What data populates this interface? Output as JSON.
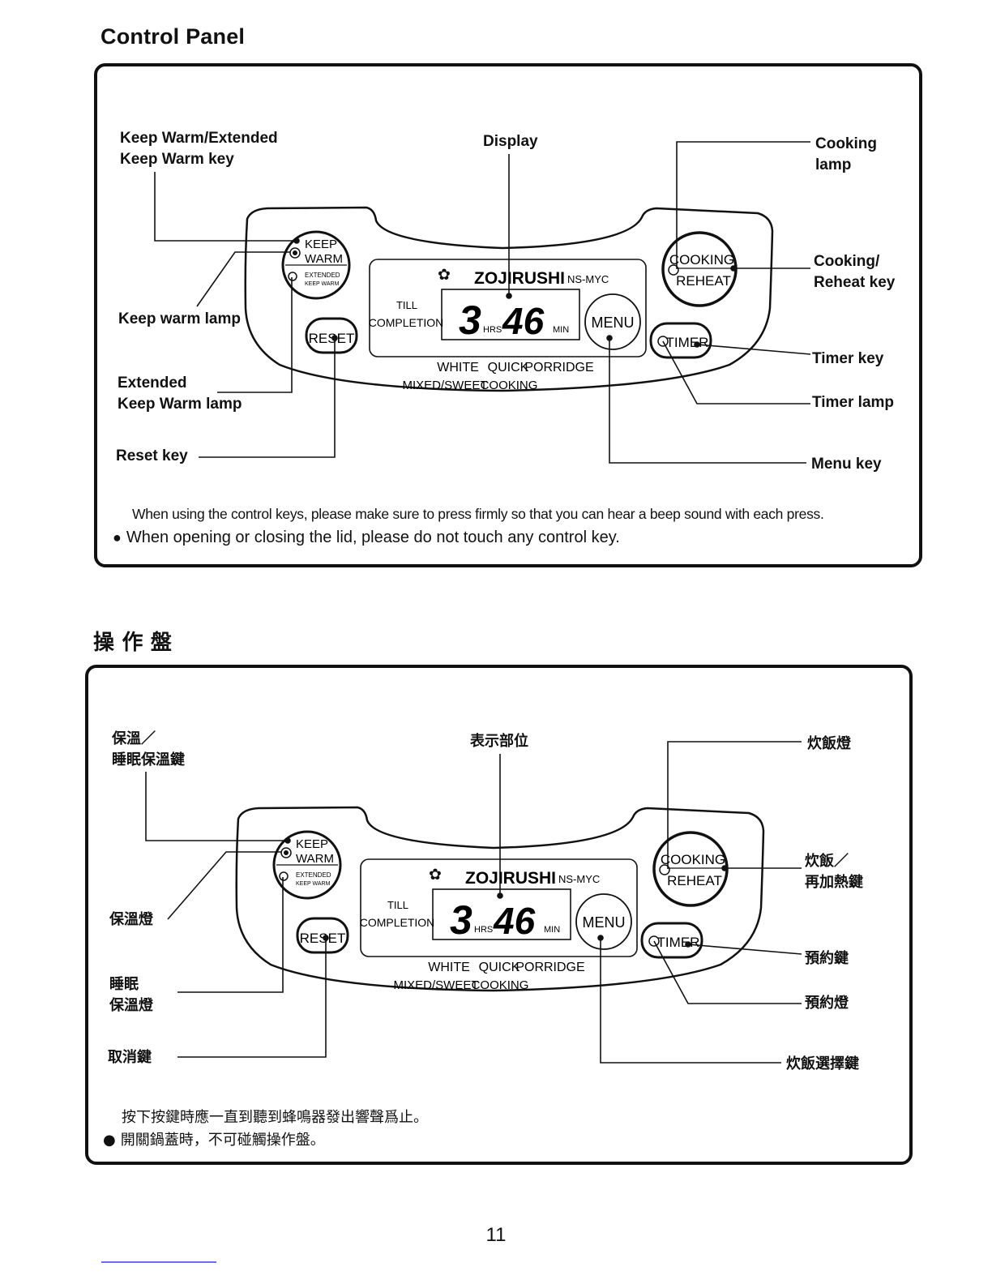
{
  "en": {
    "title": "Control Panel",
    "labels": {
      "keep_warm_key": [
        "Keep Warm/Extended",
        "Keep Warm key"
      ],
      "display": "Display",
      "cooking_lamp": [
        "Cooking",
        "lamp"
      ],
      "cooking_reheat_key": [
        "Cooking/",
        "Reheat key"
      ],
      "keep_warm_lamp": "Keep warm lamp",
      "timer_key": "Timer key",
      "extended_lamp": [
        "Extended",
        "Keep Warm lamp"
      ],
      "timer_lamp": "Timer lamp",
      "reset_key": "Reset key",
      "menu_key": "Menu key"
    },
    "note1": "When using the control keys, please make sure to press firmly so that you can hear a beep sound with each press.",
    "note2": "When opening or closing the lid, please do not touch any control key."
  },
  "zh": {
    "title": "操 作 盤",
    "labels": {
      "keep_warm_key": [
        "保溫／",
        "睡眠保溫鍵"
      ],
      "display": "表示部位",
      "cooking_lamp": "炊飯燈",
      "cooking_reheat_key": [
        "炊飯／",
        "再加熱鍵"
      ],
      "keep_warm_lamp": "保溫燈",
      "timer_key": "預約鍵",
      "extended_lamp": [
        "睡眠",
        "保溫燈"
      ],
      "timer_lamp": "預約燈",
      "reset_key": "取消鍵",
      "menu_key": "炊飯選擇鍵"
    },
    "note1": "按下按鍵時應一直到聽到蜂鳴器發出響聲爲止。",
    "note2": "開關鍋蓋時，不可碰觸操作盤。"
  },
  "panel": {
    "keep": "KEEP",
    "warm": "WARM",
    "extended": "EXTENDED",
    "keepwarm_small": "KEEP WARM",
    "reset": "RESET",
    "brand": "ZOJIRUSHI",
    "model": "NS-MYC",
    "till": "TILL",
    "completion": "COMPLETION",
    "hours_digit": "3",
    "hrs": "HRS",
    "minutes_digits": "46",
    "min": "MIN",
    "menu": "MENU",
    "cooking": "COOKING",
    "reheat": "REHEAT",
    "timer": "TIMER",
    "menu_row1": [
      "WHITE",
      "QUICK",
      "PORRIDGE"
    ],
    "menu_row2": [
      "MIXED/SWEET",
      "COOKING"
    ]
  },
  "bullet_icon": "●",
  "page_number": "11"
}
